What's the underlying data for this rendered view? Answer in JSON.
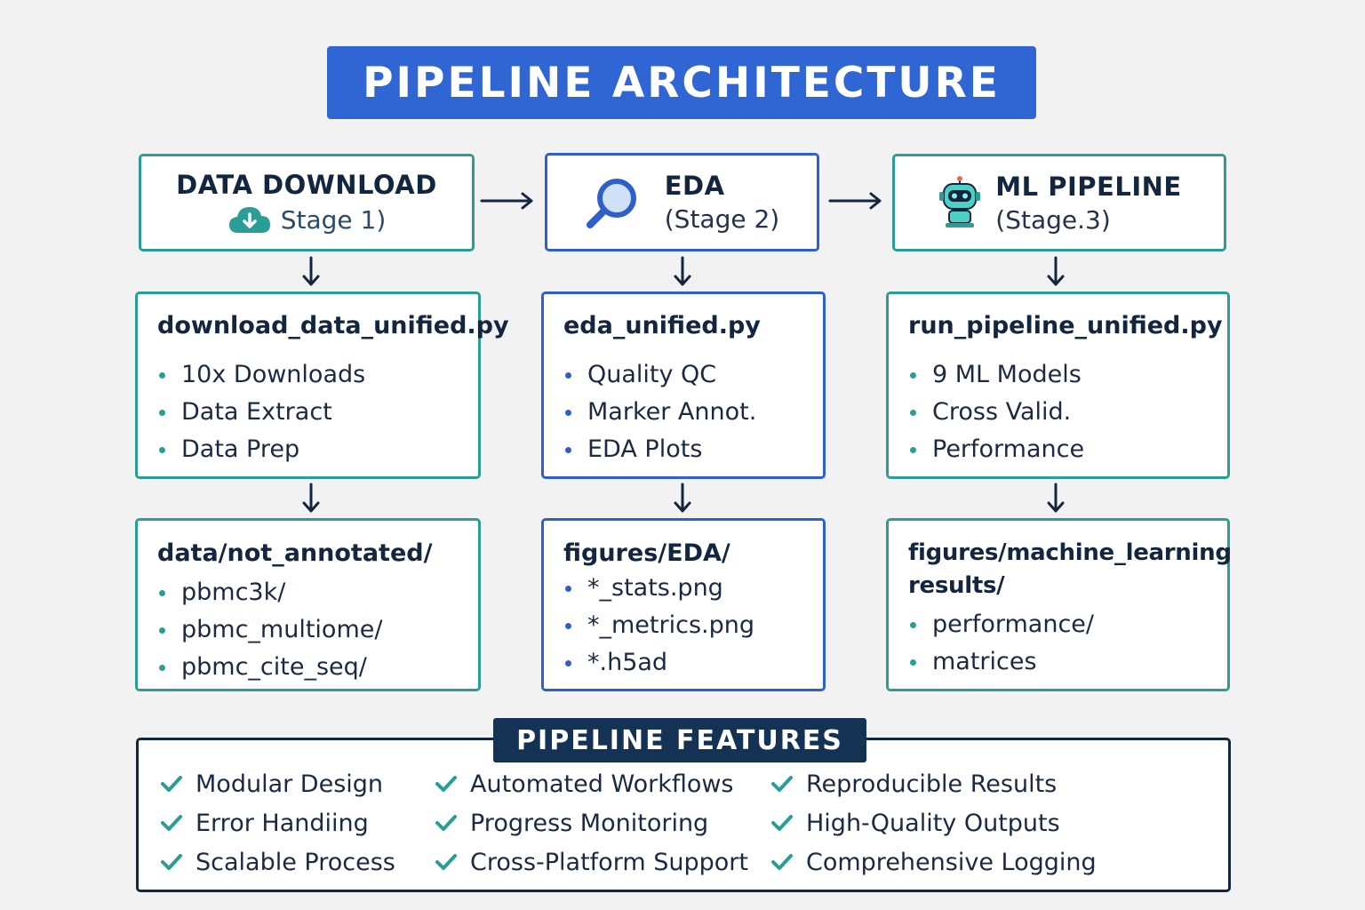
{
  "title": "PIPELINE ARCHITECTURE",
  "stages": [
    {
      "title": "DATA DOWNLOAD",
      "subtitle": "Stage 1)",
      "icon": "cloud-download-icon",
      "color": "#2a9d94"
    },
    {
      "title": "EDA",
      "subtitle": "(Stage 2)",
      "icon": "magnifier-icon",
      "color": "#2f5fc9"
    },
    {
      "title": "ML PIPELINE",
      "subtitle": "(Stage.3)",
      "icon": "robot-icon",
      "color": "#2a9d94"
    }
  ],
  "scripts": [
    {
      "name": "download_data_unified.py",
      "items": [
        "10x Downloads",
        "Data Extract",
        "Data Prep"
      ]
    },
    {
      "name": "eda_unified.py",
      "items": [
        "Quality QC",
        "Marker Annot.",
        "EDA Plots"
      ]
    },
    {
      "name": "run_pipeline_unified.py",
      "items": [
        "9 ML Models",
        "Cross Valid.",
        "Performance"
      ]
    }
  ],
  "outputs": [
    {
      "name": "data/not_annotated/",
      "items": [
        "pbmc3k/",
        "pbmc_multiome/",
        "pbmc_cite_seq/"
      ]
    },
    {
      "name": "figures/EDA/",
      "items": [
        "*_stats.png",
        "*_metrics.png",
        "*.h5ad"
      ]
    },
    {
      "name": "figures/machine_learning\nresults/",
      "items": [
        "performance/",
        "matrices"
      ]
    }
  ],
  "features": {
    "title": "PIPELINE FEATURES",
    "columns": [
      [
        "Modular Design",
        "Error Handiing",
        "Scalable Process"
      ],
      [
        "Automated Workflows",
        "Progress Monitoring",
        "Cross-Platform Support"
      ],
      [
        "Reproducible Results",
        "High-Quality Outputs",
        "Comprehensive Logging"
      ]
    ]
  },
  "colors": {
    "teal": "#2a9d94",
    "blue": "#2f5fc9",
    "navy": "#143253",
    "banner": "#2f66d3"
  }
}
